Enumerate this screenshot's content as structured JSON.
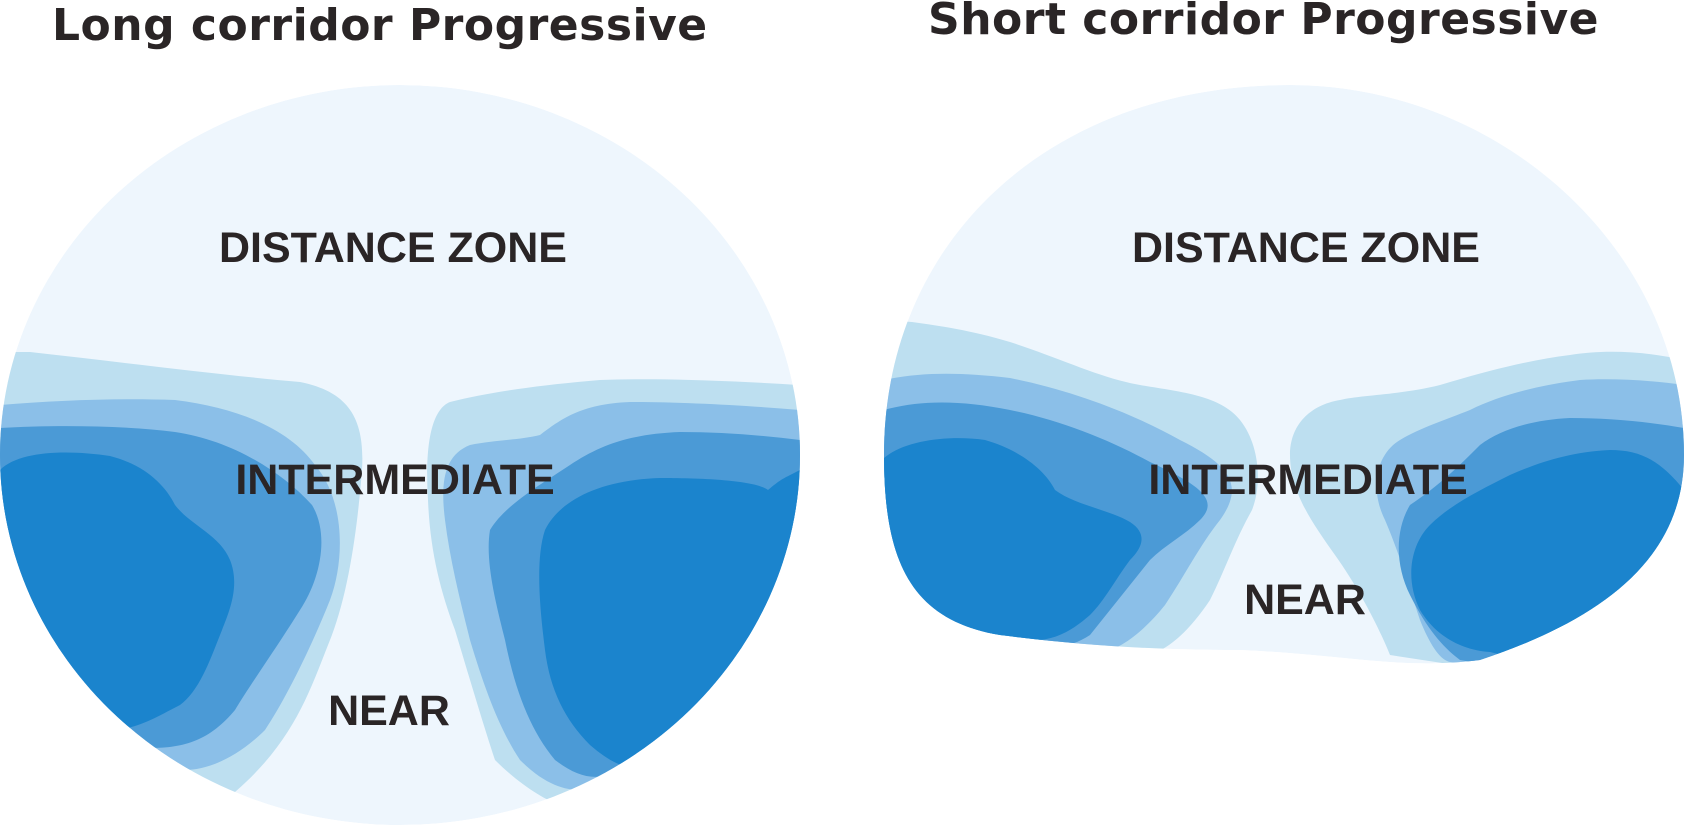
{
  "left_lens": {
    "title": "Long corridor Progressive",
    "labels": {
      "distance": "DISTANCE ZONE",
      "intermediate": "INTERMEDIATE",
      "near": "NEAR"
    }
  },
  "right_lens": {
    "title": "Short corridor Progressive",
    "labels": {
      "distance": "DISTANCE ZONE",
      "intermediate": "INTERMEDIATE",
      "near": "NEAR"
    }
  },
  "colors": {
    "lens_base": "#eef6fd",
    "band_1": "#bddff0",
    "band_2": "#8bbfe8",
    "band_3": "#4b9ad6",
    "band_4": "#1b84cd",
    "text": "#2a2526"
  }
}
